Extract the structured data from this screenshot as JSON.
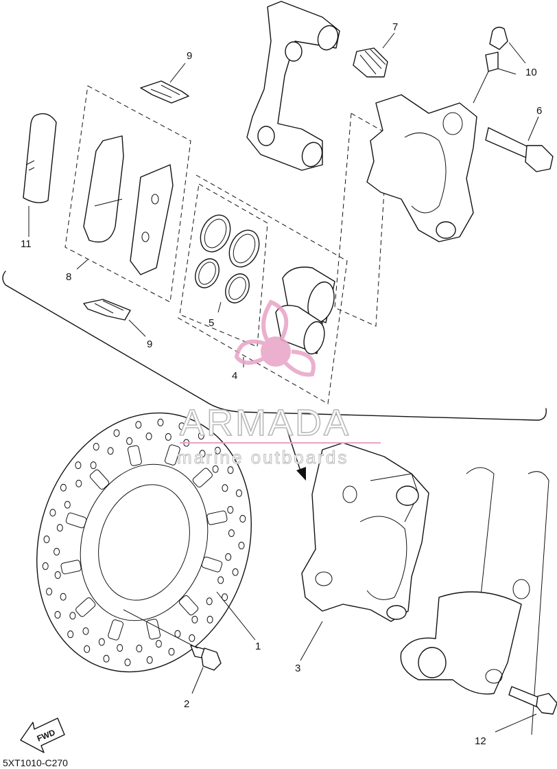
{
  "callouts": {
    "c1": "1",
    "c2": "2",
    "c3": "3",
    "c4": "4",
    "c5": "5",
    "c6": "6",
    "c7": "7",
    "c8": "8",
    "c9_top": "9",
    "c9_bottom": "9",
    "c10": "10",
    "c11": "11",
    "c12": "12"
  },
  "watermark": {
    "title": "ARMADA",
    "subtitle": "marine outboards",
    "logo_color": "#e8a3c6"
  },
  "footer": {
    "diagram_code": "5XT1010-C270",
    "fwd_label": "FWD"
  }
}
